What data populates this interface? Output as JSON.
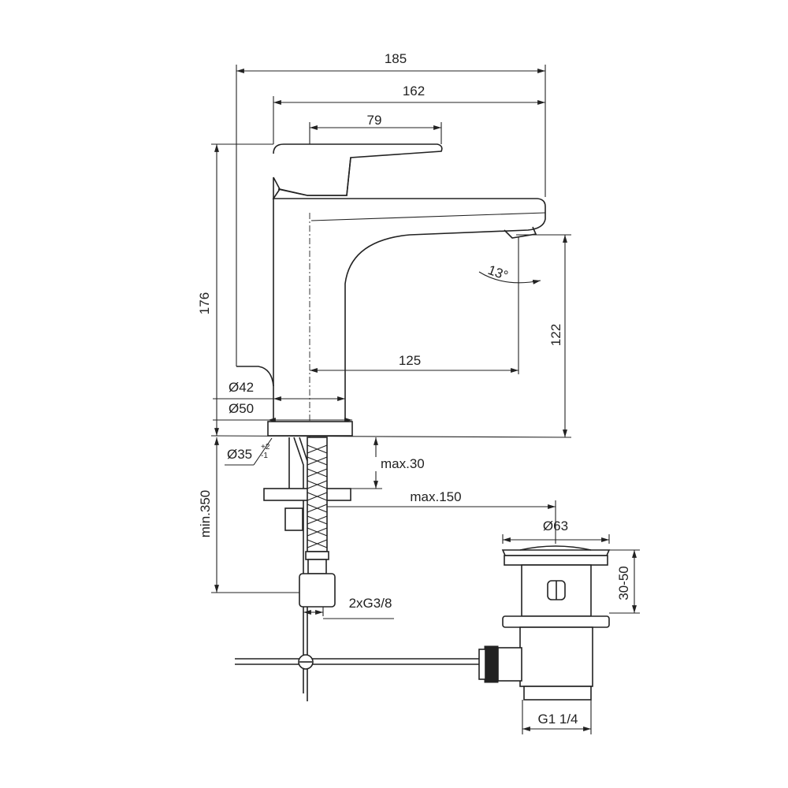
{
  "dimensions": {
    "width_total": "185",
    "width_spout": "162",
    "width_lever": "79",
    "height_total": "176",
    "height_spout": "122",
    "projection": "125",
    "diameter_body": "Ø42",
    "diameter_base": "Ø50",
    "hole_diameter": "Ø35",
    "hole_tol_plus": "+2",
    "hole_tol_minus": "-1",
    "deck_thickness": "max.30",
    "rod_distance": "max.150",
    "min_height": "min.350",
    "connection": "2xG3/8",
    "waste_diameter": "Ø63",
    "waste_height": "30-50",
    "waste_thread": "G1 1/4",
    "angle": "13°"
  }
}
